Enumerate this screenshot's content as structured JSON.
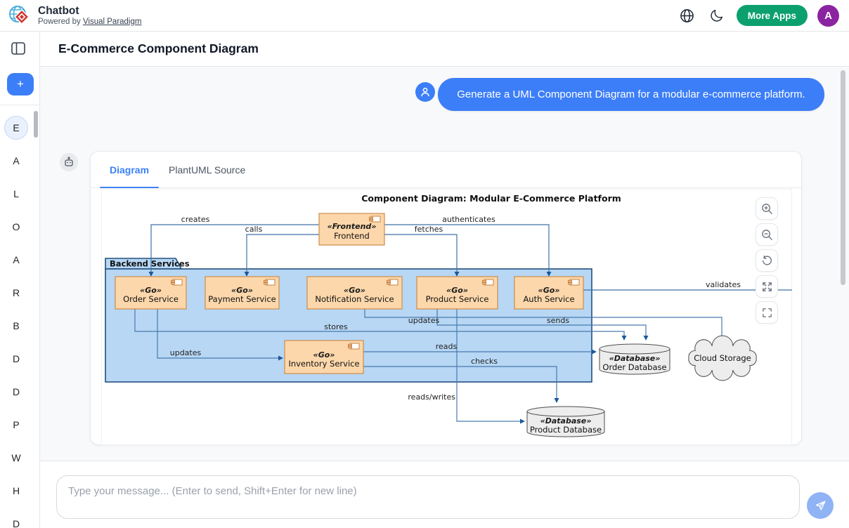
{
  "header": {
    "app_title": "Chatbot",
    "powered_by_prefix": "Powered by",
    "powered_by_link": "Visual Paradigm",
    "more_apps_label": "More Apps",
    "avatar_letter": "A"
  },
  "sidebar": {
    "new_chat_label": "+",
    "items": [
      "E",
      "A",
      "L",
      "O",
      "A",
      "R",
      "B",
      "D",
      "D",
      "P",
      "W",
      "H",
      "D"
    ]
  },
  "page": {
    "title": "E-Commerce Component Diagram"
  },
  "chat": {
    "user_message": "Generate a UML Component Diagram for a modular e-commerce platform.",
    "tabs": [
      {
        "label": "Diagram"
      },
      {
        "label": "PlantUML Source"
      }
    ]
  },
  "diagram": {
    "title": "Component Diagram: Modular E-Commerce Platform",
    "package": {
      "label": "Backend Services"
    },
    "components": [
      {
        "stereotype": "«Frontend»",
        "name": "Frontend"
      },
      {
        "stereotype": "«Go»",
        "name": "Order Service"
      },
      {
        "stereotype": "«Go»",
        "name": "Payment Service"
      },
      {
        "stereotype": "«Go»",
        "name": "Notification Service"
      },
      {
        "stereotype": "«Go»",
        "name": "Product Service"
      },
      {
        "stereotype": "«Go»",
        "name": "Auth Service"
      },
      {
        "stereotype": "«Go»",
        "name": "Inventory Service"
      }
    ],
    "databases": [
      {
        "stereotype": "«Database»",
        "name": "Order Database"
      },
      {
        "stereotype": "«Database»",
        "name": "Product Database"
      }
    ],
    "cloud": {
      "name": "Cloud Storage"
    },
    "edge_labels": {
      "creates": "creates",
      "calls": "calls",
      "authenticates": "authenticates",
      "fetches": "fetches",
      "validates": "validates",
      "updates_top": "updates",
      "sends": "sends",
      "stores": "stores",
      "reads": "reads",
      "checks": "checks",
      "updates_inventory": "updates",
      "reads_writes": "reads/writes"
    },
    "colors": {
      "component_fill": "#fcd7ab",
      "component_border": "#cd8b49",
      "package_fill": "#b7d7f4",
      "package_border": "#23507d",
      "line": "#4a7aad",
      "node_fill": "#ededed"
    }
  },
  "composer": {
    "placeholder": "Type your message... (Enter to send, Shift+Enter for new line)"
  },
  "theme": {
    "accent_blue": "#3c7ef8",
    "green": "#0ca06e",
    "purple": "#8b24a1",
    "tab_active": "#3b82f6"
  }
}
